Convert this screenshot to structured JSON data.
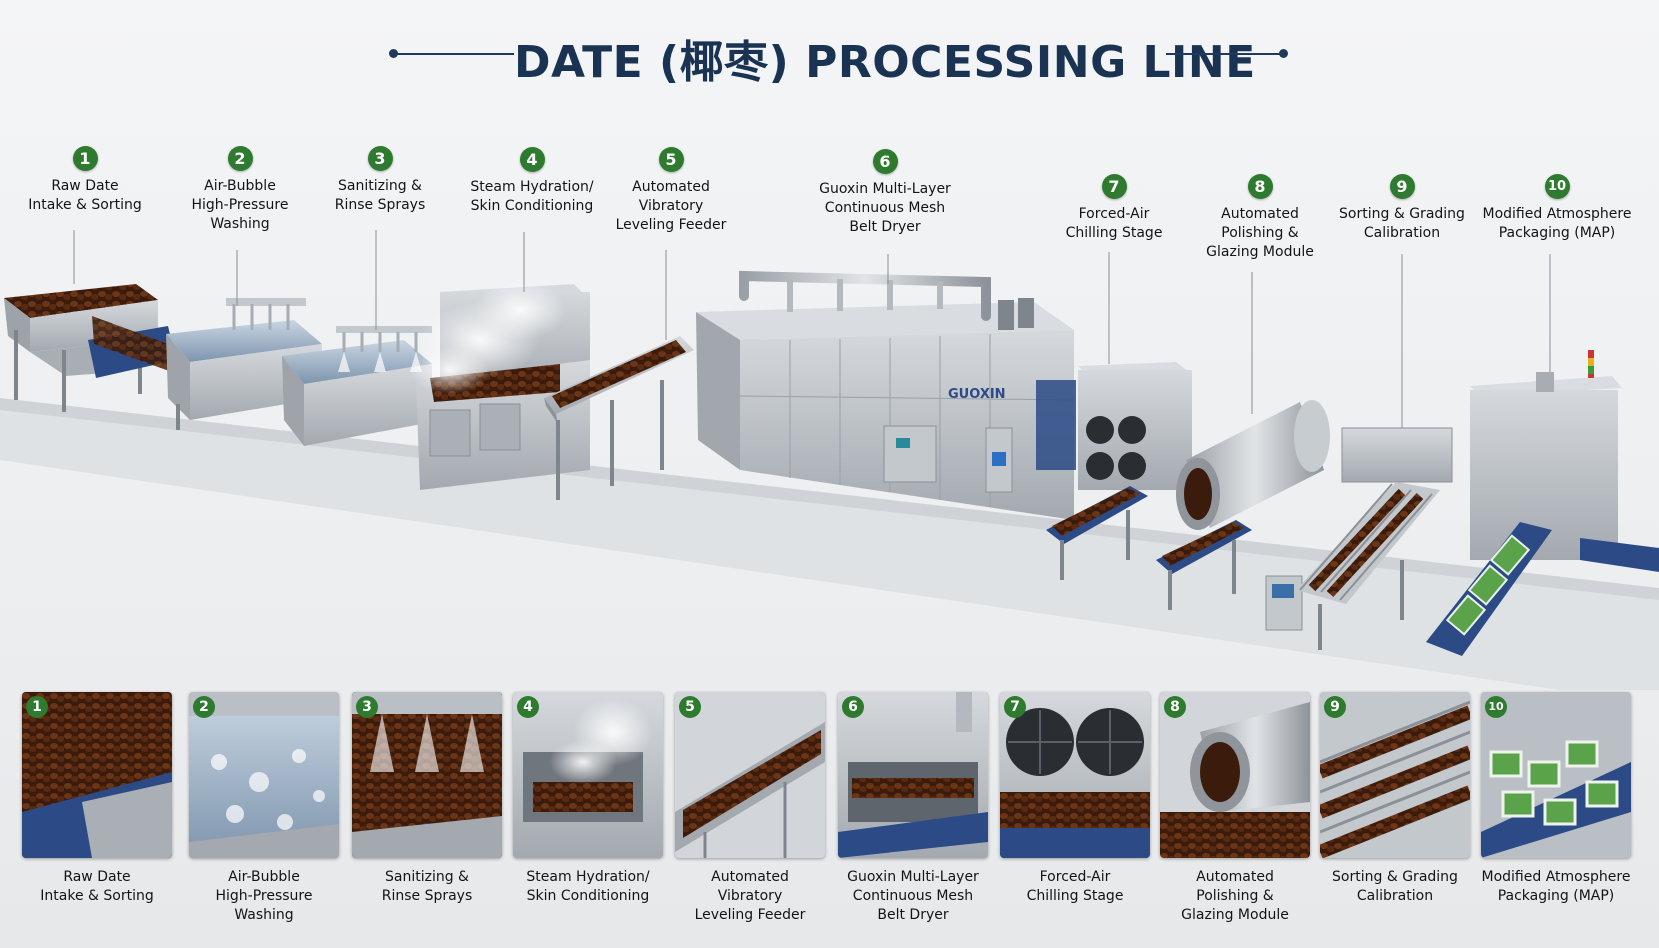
{
  "title": "DATE (椰枣) PROCESSING LINE",
  "brand": "GUOXIN",
  "steps": [
    {
      "number": "1",
      "label": "Raw Date\nIntake & Sorting"
    },
    {
      "number": "2",
      "label": "Air-Bubble\nHigh-Pressure\nWashing"
    },
    {
      "number": "3",
      "label": "Sanitizing &\nRinse Sprays"
    },
    {
      "number": "4",
      "label": "Steam Hydration/\nSkin Conditioning"
    },
    {
      "number": "5",
      "label": "Automated\nVibratory\nLeveling Feeder"
    },
    {
      "number": "6",
      "label": "Guoxin Multi-Layer\nContinuous Mesh\nBelt Dryer"
    },
    {
      "number": "7",
      "label": "Forced-Air\nChilling Stage"
    },
    {
      "number": "8",
      "label": "Automated\nPolishing &\nGlazing Module"
    },
    {
      "number": "9",
      "label": "Sorting & Grading\nCalibration"
    },
    {
      "number": "10",
      "label": "Modified Atmosphere\nPackaging (MAP)"
    }
  ],
  "thumbnails": [
    {
      "number": "1",
      "caption": "Raw Date\nIntake & Sorting",
      "icon": "date-hopper-photo"
    },
    {
      "number": "2",
      "caption": "Air-Bubble\nHigh-Pressure\nWashing",
      "icon": "bubble-washer-photo"
    },
    {
      "number": "3",
      "caption": "Sanitizing &\nRinse Sprays",
      "icon": "spray-rinse-photo"
    },
    {
      "number": "4",
      "caption": "Steam Hydration/\nSkin Conditioning",
      "icon": "steam-chamber-photo"
    },
    {
      "number": "5",
      "caption": "Automated\nVibratory\nLeveling Feeder",
      "icon": "vibratory-feeder-photo"
    },
    {
      "number": "6",
      "caption": "Guoxin Multi-Layer\nContinuous Mesh\nBelt Dryer",
      "icon": "belt-dryer-photo"
    },
    {
      "number": "7",
      "caption": "Forced-Air\nChilling Stage",
      "icon": "chilling-fans-photo"
    },
    {
      "number": "8",
      "caption": "Automated\nPolishing &\nGlazing Module",
      "icon": "polishing-drum-photo"
    },
    {
      "number": "9",
      "caption": "Sorting & Grading\nCalibration",
      "icon": "grading-lanes-photo"
    },
    {
      "number": "10",
      "caption": "Modified Atmosphere\nPackaging (MAP)",
      "icon": "map-packages-photo"
    }
  ],
  "colors": {
    "title": "#1b3352",
    "badge": "#2e7a2f",
    "steel": "#b9bfc5",
    "belt": "#2b4a86",
    "dates": "#4a2410",
    "package": "#5aa34a"
  }
}
